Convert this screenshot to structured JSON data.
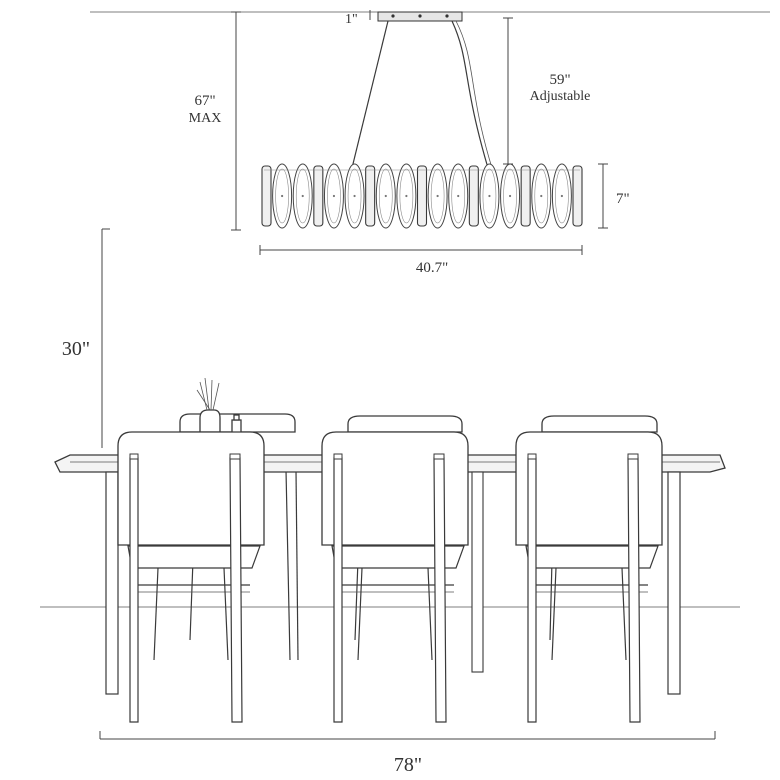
{
  "dimensions": {
    "canopy_height": "1\"",
    "overall_height": "67\"",
    "overall_height_note": "MAX",
    "adjustable_length": "59\"",
    "adjustable_note": "Adjustable",
    "fixture_height": "7\"",
    "fixture_width": "40.7\"",
    "clearance_above_table": "30\"",
    "table_length": "78\""
  },
  "fixture": {
    "pattern": [
      "bar",
      "oval",
      "oval",
      "bar",
      "oval",
      "oval",
      "bar",
      "oval",
      "oval",
      "bar",
      "oval",
      "oval",
      "bar",
      "oval",
      "oval",
      "bar",
      "oval",
      "oval",
      "bar"
    ]
  },
  "colors": {
    "line": "#3a3a3a",
    "text": "#333333"
  }
}
